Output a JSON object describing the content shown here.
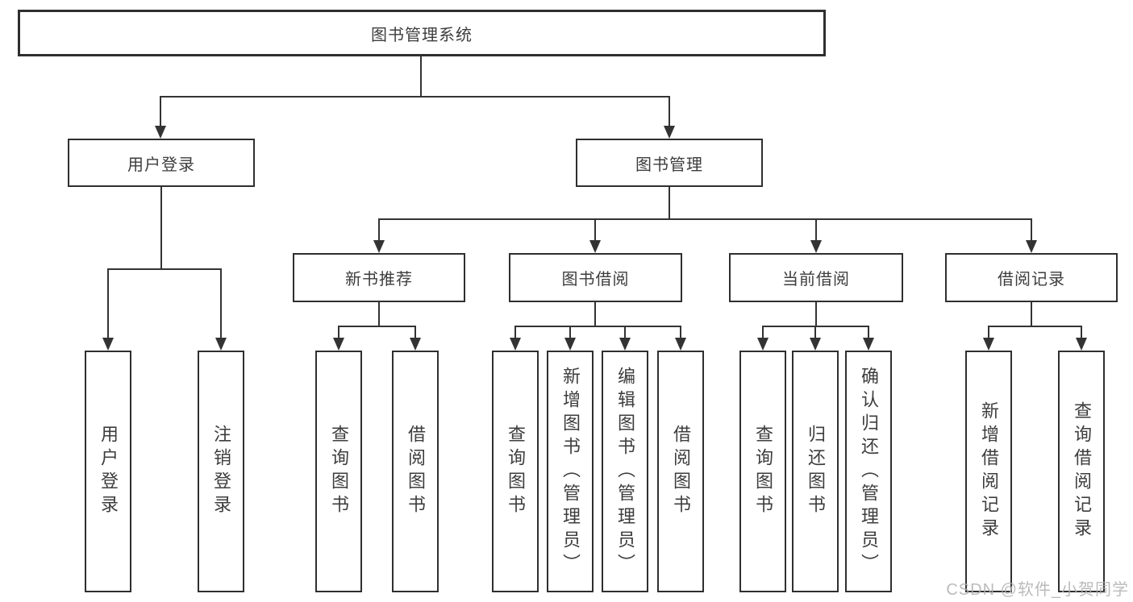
{
  "nodes": {
    "root": "图书管理系统",
    "user_login": "用户登录",
    "book_management": "图书管理",
    "new_book_recommend": "新书推荐",
    "book_borrowing": "图书借阅",
    "current_borrowing": "当前借阅",
    "borrowing_records": "借阅记录",
    "leaves": {
      "user_login": [
        "用户登录",
        "注销登录"
      ],
      "new_book_recommend": [
        "查询图书",
        "借阅图书"
      ],
      "book_borrowing": [
        "查询图书",
        "新增图书（管理员）",
        "编辑图书（管理员）",
        "借阅图书"
      ],
      "current_borrowing": [
        "查询图书",
        "归还图书",
        "确认归还（管理员）"
      ],
      "borrowing_records": [
        "新增借阅记录",
        "查询借阅记录"
      ]
    }
  },
  "watermark": "CSDN @软件_小贺同学",
  "colors": {
    "line": "#333333",
    "border": "#2f2f2f",
    "text": "#3d3d3d",
    "background": "#ffffff",
    "watermark": "#afafaf"
  }
}
